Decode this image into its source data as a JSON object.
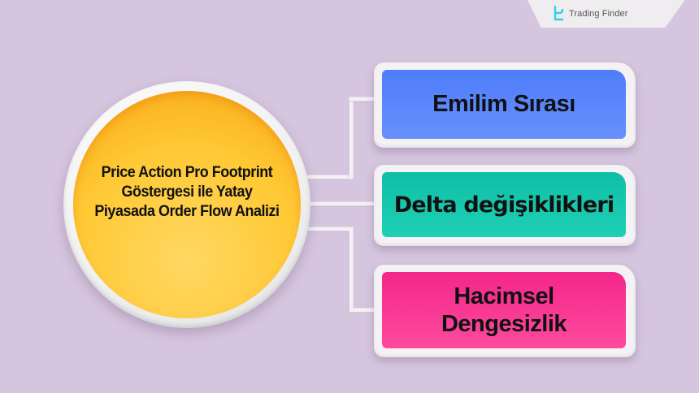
{
  "brand": {
    "name": "Trading Finder",
    "icon": "trading-finder-logo-icon",
    "accent_color": "#33d0e8"
  },
  "diagram": {
    "center": {
      "label": "Price Action Pro Footprint Göstergesi ile Yatay Piyasada Order Flow Analizi",
      "lines": [
        "Price Action Pro Footprint",
        "Göstergesi ile Yatay",
        "Piyasada Order Flow Analizi"
      ],
      "color": "#ffc935"
    },
    "branches": [
      {
        "label": "Emilim Sırası",
        "color": "#5a86fb"
      },
      {
        "label": "Delta değişiklikleri",
        "color": "#17c8ad"
      },
      {
        "label": "Hacimsel Dengesizlik",
        "lines": [
          "Hacimsel",
          "Dengesizlik"
        ],
        "color": "#f93592"
      }
    ],
    "background_color": "#d6c5de"
  }
}
